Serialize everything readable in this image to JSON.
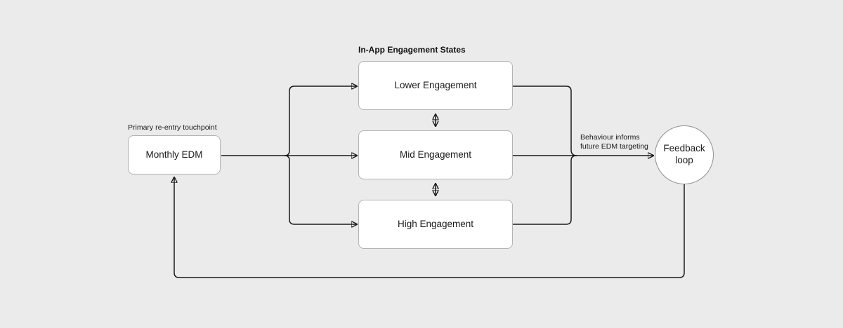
{
  "canvas": {
    "background_color": "#ebebeb",
    "line_color": "#1a1a1a"
  },
  "diagram": {
    "group_title": "In-App Engagement States",
    "source_caption": "Primary re-entry touchpoint",
    "source_node_label": "Monthly EDM",
    "state_nodes": [
      {
        "label": "Lower Engagement"
      },
      {
        "label": "Mid Engagement"
      },
      {
        "label": "High Engagement"
      }
    ],
    "feedback_node_label": "Feedback loop",
    "edge_annotation": {
      "line1": "Behaviour informs",
      "line2": "future EDM targeting"
    }
  }
}
